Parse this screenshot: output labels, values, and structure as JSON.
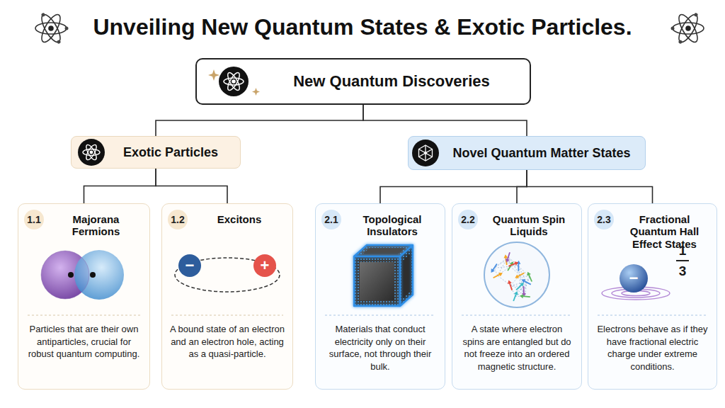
{
  "diagram": {
    "title": "Unveiling New Quantum States & Exotic Particles.",
    "nodes": [
      {
        "text": [
          "New Quantum Discoveries"
        ]
      },
      {
        "text": [
          "Exotic Particles"
        ]
      },
      {
        "text": [
          "Novel Quantum Matter States"
        ]
      },
      {
        "text": [
          "1.1",
          "Majorana Fermions",
          "Particles that are their own antiparticles, crucial for robust quantum computing."
        ]
      },
      {
        "text": [
          "1.2",
          "Excitons",
          "A bound state of an electron and an electron hole, acting as a quasi-particle."
        ]
      },
      {
        "text": [
          "2.1",
          "Topological Insulators",
          "Materials that conduct electricity only on their surface, not through their bulk."
        ]
      },
      {
        "text": [
          "2.2",
          "Quantum Spin Liquids",
          "A state where electron spins are entangled but do not freeze into an ordered magnetic structure."
        ]
      },
      {
        "text": [
          "2.3",
          "Fractional Quantum Hall Effect States",
          "Electrons behave as if they have fractional electric charge under extreme conditions."
        ]
      }
    ],
    "edges": [
      {
        "from": 0,
        "to": 1,
        "arrow": "none"
      },
      {
        "from": 0,
        "to": 2,
        "arrow": "none"
      },
      {
        "from": 1,
        "to": 3,
        "arrow": "none"
      },
      {
        "from": 1,
        "to": 4,
        "arrow": "none"
      },
      {
        "from": 2,
        "to": 5,
        "arrow": "none"
      },
      {
        "from": 2,
        "to": 6,
        "arrow": "none"
      },
      {
        "from": 2,
        "to": 7,
        "arrow": "none"
      }
    ],
    "labels": [
      "−",
      "+",
      "−",
      "1",
      "3"
    ]
  }
}
